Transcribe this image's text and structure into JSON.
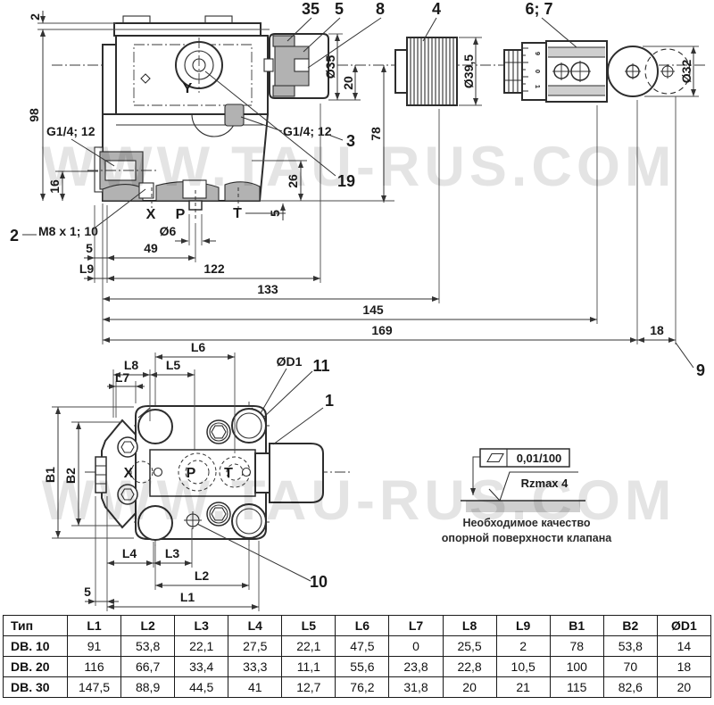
{
  "watermark": {
    "text": "WWW.TAU-RUS.COM",
    "color": "#d9d9d9"
  },
  "side_view": {
    "items": {
      "i35": "35",
      "i5": "5",
      "i8": "8",
      "i4": "4",
      "i67": "6; 7",
      "i2": "2",
      "i3": "3",
      "i19": "19",
      "i9": "9"
    },
    "dims": {
      "top2": "2",
      "h98": "98",
      "g14l": "G1/4; 12",
      "g14r": "G1/4; 12",
      "d16": "16",
      "m8": "M8 x 1; 10",
      "d5a": "5",
      "d49": "49",
      "L9": "L9",
      "d122": "122",
      "d133": "133",
      "d145": "145",
      "d169": "169",
      "d18": "18",
      "dia6": "Ø6",
      "dia35": "Ø35",
      "d20": "20",
      "dia395": "Ø39,5",
      "d78": "78",
      "d26": "26",
      "d5t": "5",
      "dia32": "Ø32"
    },
    "ports": {
      "x": "X",
      "p": "P",
      "t": "T",
      "y": "Y"
    },
    "dial": {
      "a": "9",
      "b": "0",
      "c": "1"
    }
  },
  "top_view": {
    "items": {
      "i11": "11",
      "i1": "1",
      "i10": "10"
    },
    "dims": {
      "L1": "L1",
      "L2": "L2",
      "L3": "L3",
      "L4": "L4",
      "L5": "L5",
      "L6": "L6",
      "L7": "L7",
      "L8": "L8",
      "B1": "B1",
      "B2": "B2",
      "diaD1": "ØD1",
      "d5": "5"
    },
    "ports": {
      "x": "X",
      "p": "P",
      "t": "T"
    }
  },
  "surface_note": {
    "flatness": "0,01/100",
    "roughness": "Rzmax 4",
    "caption1": "Необходимое качество",
    "caption2": "опорной поверхности клапана"
  },
  "table": {
    "headers": [
      "Тип",
      "L1",
      "L2",
      "L3",
      "L4",
      "L5",
      "L6",
      "L7",
      "L8",
      "L9",
      "B1",
      "B2",
      "ØD1"
    ],
    "rows": [
      {
        "type": "DB. 10",
        "values": [
          "91",
          "53,8",
          "22,1",
          "27,5",
          "22,1",
          "47,5",
          "0",
          "25,5",
          "2",
          "78",
          "53,8",
          "14"
        ]
      },
      {
        "type": "DB. 20",
        "values": [
          "116",
          "66,7",
          "33,4",
          "33,3",
          "11,1",
          "55,6",
          "23,8",
          "22,8",
          "10,5",
          "100",
          "70",
          "18"
        ]
      },
      {
        "type": "DB. 30",
        "values": [
          "147,5",
          "88,9",
          "44,5",
          "41",
          "12,7",
          "76,2",
          "31,8",
          "20",
          "21",
          "115",
          "82,6",
          "20"
        ]
      }
    ]
  }
}
